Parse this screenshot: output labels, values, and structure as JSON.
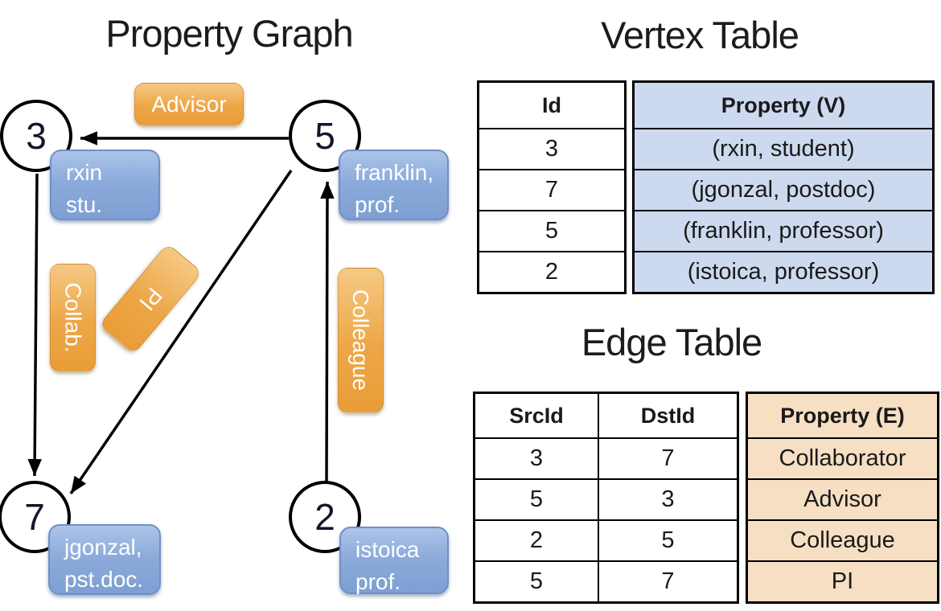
{
  "graph": {
    "title": "Property Graph",
    "nodes": [
      {
        "id": "3",
        "line1": "rxin",
        "line2": "stu."
      },
      {
        "id": "5",
        "line1": "franklin,",
        "line2": "prof."
      },
      {
        "id": "7",
        "line1": "jgonzal,",
        "line2": "pst.doc."
      },
      {
        "id": "2",
        "line1": "istoica",
        "line2": "prof."
      }
    ],
    "edge_labels": [
      {
        "name": "advisor",
        "text": "Advisor"
      },
      {
        "name": "collab",
        "text": "Collab."
      },
      {
        "name": "pi",
        "text": "PI"
      },
      {
        "name": "colleague",
        "text": "Colleague"
      }
    ]
  },
  "vertex_table": {
    "title": "Vertex Table",
    "columns": {
      "id": "Id",
      "property": "Property (V)"
    },
    "rows": [
      {
        "id": "3",
        "property": "(rxin, student)"
      },
      {
        "id": "7",
        "property": "(jgonzal, postdoc)"
      },
      {
        "id": "5",
        "property": "(franklin, professor)"
      },
      {
        "id": "2",
        "property": "(istoica, professor)"
      }
    ]
  },
  "edge_table": {
    "title": "Edge Table",
    "columns": {
      "src": "SrcId",
      "dst": "DstId",
      "property": "Property (E)"
    },
    "rows": [
      {
        "src": "3",
        "dst": "7",
        "property": "Collaborator"
      },
      {
        "src": "5",
        "dst": "3",
        "property": "Advisor"
      },
      {
        "src": "2",
        "dst": "5",
        "property": "Colleague"
      },
      {
        "src": "5",
        "dst": "7",
        "property": "PI"
      }
    ]
  },
  "colors": {
    "vertex_property_fill": "#cdd9ee",
    "edge_property_fill": "#f6dfc3",
    "node_property_box_blue": "#7e9fd3",
    "edge_label_orange": "#eda647",
    "line_black": "#000000"
  }
}
